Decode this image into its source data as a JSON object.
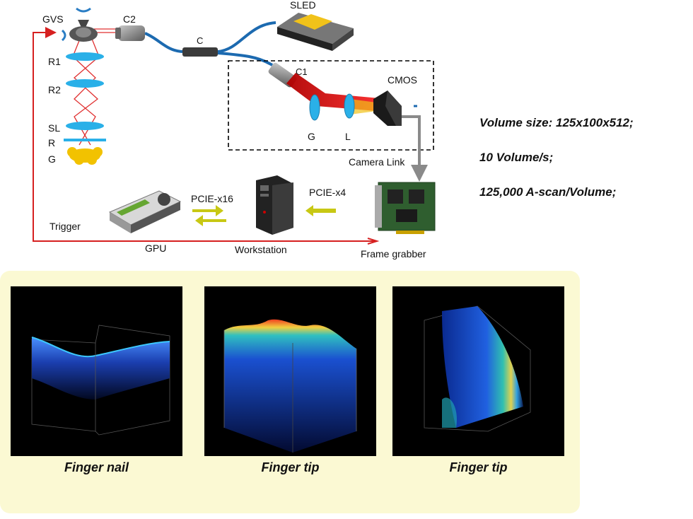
{
  "diagram": {
    "labels": {
      "gvs": "GVS",
      "c2": "C2",
      "c": "C",
      "sled": "SLED",
      "c1": "C1",
      "cmos": "CMOS",
      "r1": "R1",
      "r2": "R2",
      "sl": "SL",
      "r": "R",
      "g_sample": "G",
      "g_grating": "G",
      "l": "L",
      "camera_link": "Camera Link",
      "pcie_x16": "PCIE-x16",
      "pcie_x4": "PCIE-x4",
      "trigger": "Trigger",
      "gpu": "GPU",
      "workstation": "Workstation",
      "frame_grabber": "Frame grabber"
    },
    "specs": {
      "volume_size": "Volume size: 125x100x512;",
      "volume_rate": "10 Volume/s;",
      "ascan": "125,000 A-scan/Volume;"
    }
  },
  "gallery": {
    "images": [
      {
        "caption": "Finger nail",
        "icon": "finger-nail-volume"
      },
      {
        "caption": "Finger tip",
        "icon": "finger-tip-volume"
      },
      {
        "caption": "Finger tip",
        "icon": "finger-tip-rotated-volume"
      }
    ]
  },
  "colors": {
    "fiber": "#1c6ab0",
    "trigger_line": "#d62020",
    "bus_arrow": "#c8c814",
    "beam": "#d40000",
    "lens": "#2ab0e8",
    "panel_bg": "#fbf9d3"
  }
}
